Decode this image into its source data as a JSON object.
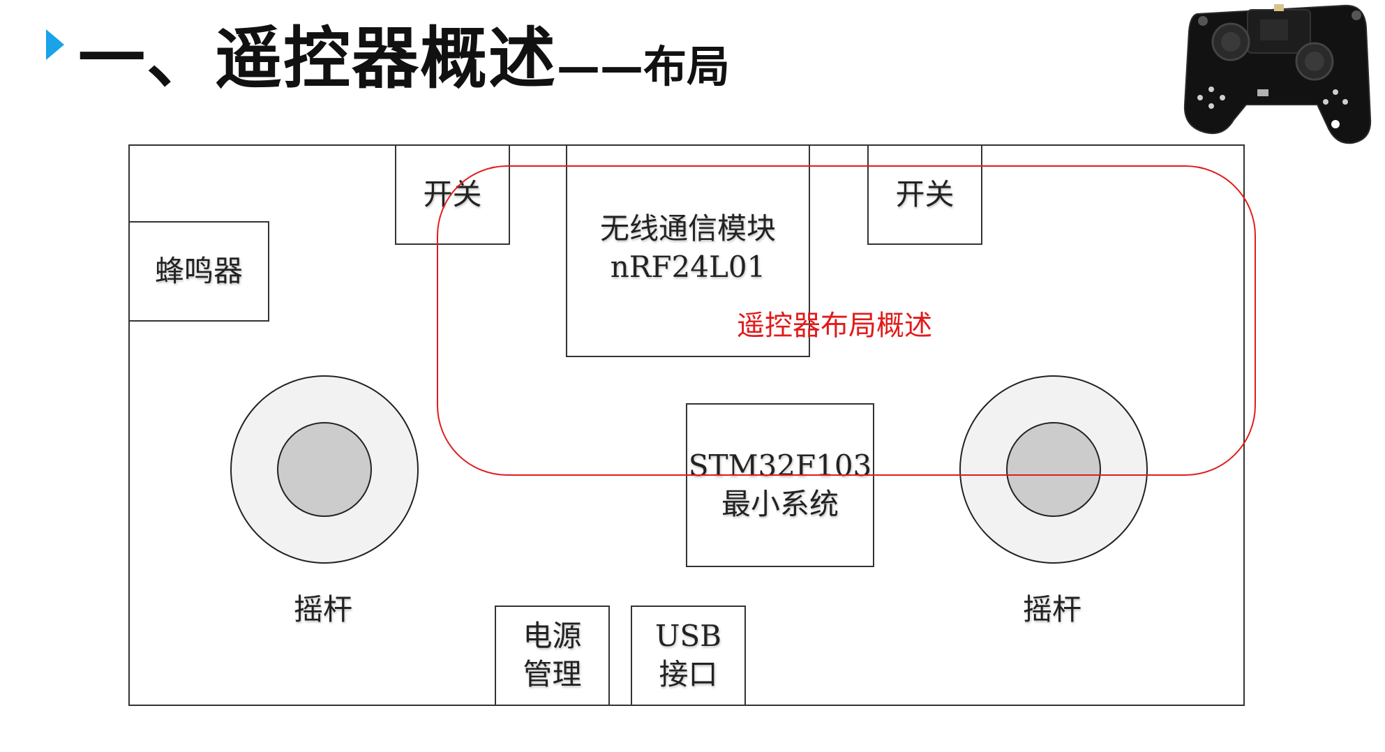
{
  "title": {
    "main": "一、遥控器概述",
    "sub": "——布局"
  },
  "diagram": {
    "buzzer": "蜂鸣器",
    "switch_left": "开关",
    "switch_right": "开关",
    "wireless": {
      "line1": "无线通信模块",
      "line2": "nRF24L01"
    },
    "mcu": {
      "line1": "STM32F103",
      "line2": "最小系统"
    },
    "joystick_left": "摇杆",
    "joystick_right": "摇杆",
    "power": {
      "line1": "电源",
      "line2": "管理"
    },
    "usb": {
      "line1": "USB",
      "line2": "接口"
    },
    "annotation": "遥控器布局概述"
  },
  "colors": {
    "accent": "#1aa3e8",
    "annotation": "#e11b1b",
    "joystick_outer": "#f2f2f2",
    "joystick_inner": "#cccccc"
  },
  "icons": {
    "title_marker": "triangle-right-icon",
    "product": "remote-controller-photo"
  }
}
